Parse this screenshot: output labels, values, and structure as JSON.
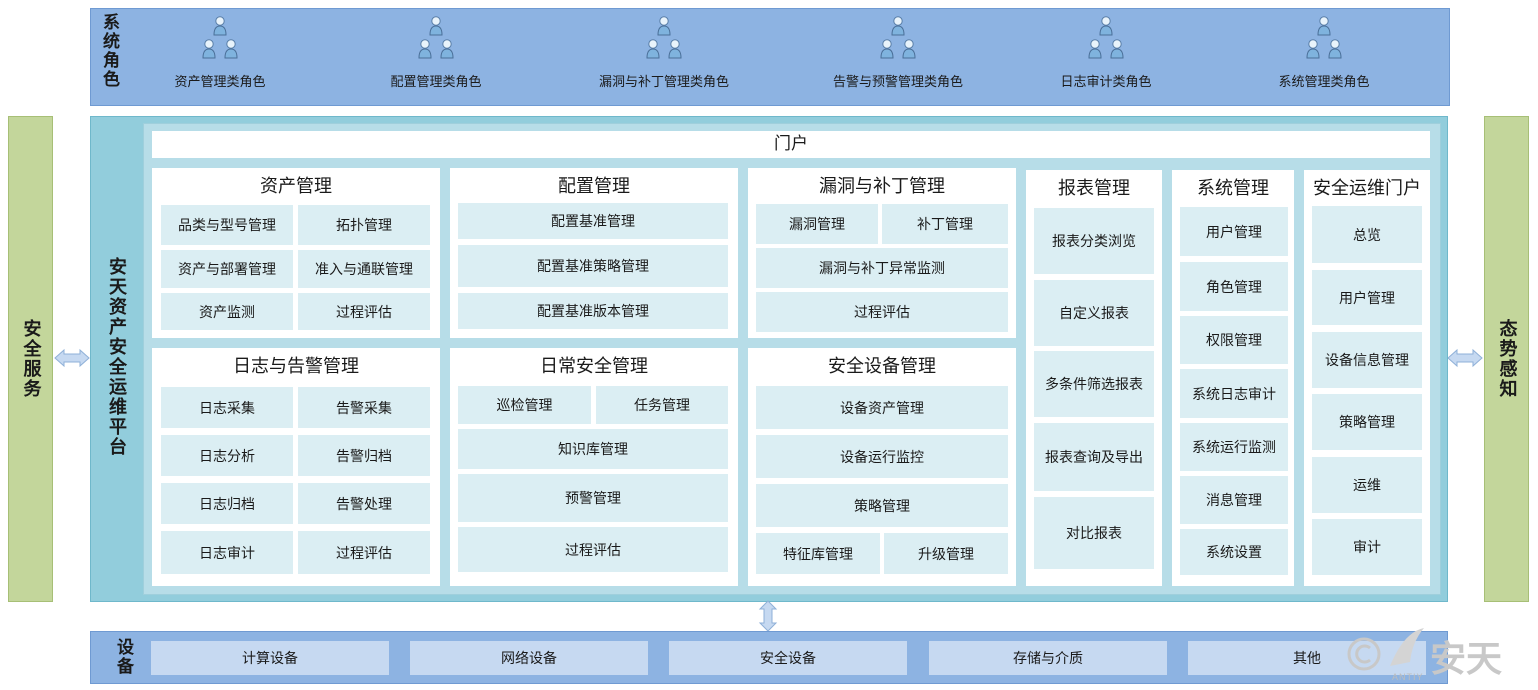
{
  "roles": {
    "title": "系统角色",
    "items": [
      "资产管理类角色",
      "配置管理类角色",
      "漏洞与补丁管理类角色",
      "告警与预警管理类角色",
      "日志审计类角色",
      "系统管理类角色"
    ]
  },
  "left_bar": "安全服务",
  "right_bar": "态势感知",
  "platform": {
    "title": "安天资产安全运维平台",
    "portal": "门户",
    "asset": {
      "title": "资产管理",
      "items": [
        "品类与型号管理",
        "拓扑管理",
        "资产与部署管理",
        "准入与通联管理",
        "资产监测",
        "过程评估"
      ]
    },
    "config": {
      "title": "配置管理",
      "items": [
        "配置基准管理",
        "配置基准策略管理",
        "配置基准版本管理"
      ]
    },
    "vuln": {
      "title": "漏洞与补丁管理",
      "items": [
        "漏洞管理",
        "补丁管理",
        "漏洞与补丁异常监测",
        "过程评估"
      ]
    },
    "log": {
      "title": "日志与告警管理",
      "items": [
        "日志采集",
        "告警采集",
        "日志分析",
        "告警归档",
        "日志归档",
        "告警处理",
        "日志审计",
        "过程评估"
      ]
    },
    "daily": {
      "title": "日常安全管理",
      "items": [
        "巡检管理",
        "任务管理",
        "知识库管理",
        "预警管理",
        "过程评估"
      ]
    },
    "device": {
      "title": "安全设备管理",
      "items": [
        "设备资产管理",
        "设备运行监控",
        "策略管理",
        "特征库管理",
        "升级管理"
      ]
    },
    "report": {
      "title": "报表管理",
      "items": [
        "报表分类浏览",
        "自定义报表",
        "多条件筛选报表",
        "报表查询及导出",
        "对比报表"
      ]
    },
    "system": {
      "title": "系统管理",
      "items": [
        "用户管理",
        "角色管理",
        "权限管理",
        "系统日志审计",
        "系统运行监测",
        "消息管理",
        "系统设置"
      ]
    },
    "secops": {
      "title": "安全运维门户",
      "items": [
        "总览",
        "用户管理",
        "设备信息管理",
        "策略管理",
        "运维",
        "审计"
      ]
    }
  },
  "equipment": {
    "title": "设备",
    "items": [
      "计算设备",
      "网络设备",
      "安全设备",
      "存储与介质",
      "其他"
    ]
  },
  "logo": {
    "text": "安天",
    "sub": "ANTIY"
  },
  "colors": {
    "roles_bar": "#8db3e2",
    "platform": "#92cddc",
    "side_bars": "#c3d69b",
    "cell": "#dbeef3"
  }
}
